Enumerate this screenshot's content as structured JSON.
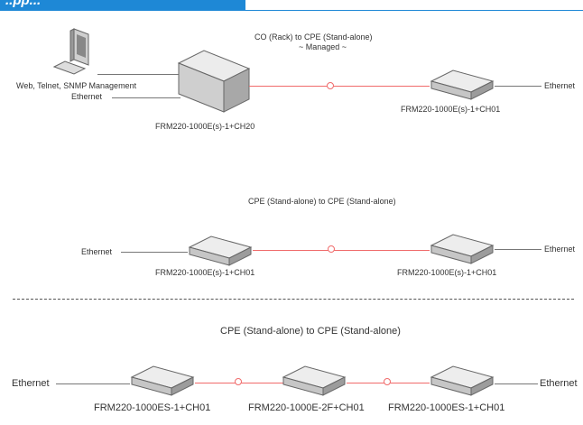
{
  "header": {
    "title": "..pp..."
  },
  "section1": {
    "title": "CO (Rack) to CPE (Stand-alone)",
    "subtitle": "~ Managed ~",
    "management_label": "Web, Telnet, SNMP Management",
    "ethernet_left": "Ethernet",
    "ethernet_right": "Ethernet",
    "rack_device": "FRM220-1000E(s)-1+CH20",
    "cpe_device": "FRM220-1000E(s)-1+CH01"
  },
  "section2": {
    "title": "CPE (Stand-alone) to CPE (Stand-alone)",
    "ethernet_left": "Ethernet",
    "ethernet_right": "Ethernet",
    "device_left": "FRM220-1000E(s)-1+CH01",
    "device_right": "FRM220-1000E(s)-1+CH01"
  },
  "section3": {
    "title": "CPE (Stand-alone) to CPE (Stand-alone)",
    "ethernet_left": "Ethernet",
    "ethernet_right": "Ethernet",
    "device_left": "FRM220-1000ES-1+CH01",
    "device_middle": "FRM220-1000E-2F+CH01",
    "device_right": "FRM220-1000ES-1+CH01"
  }
}
